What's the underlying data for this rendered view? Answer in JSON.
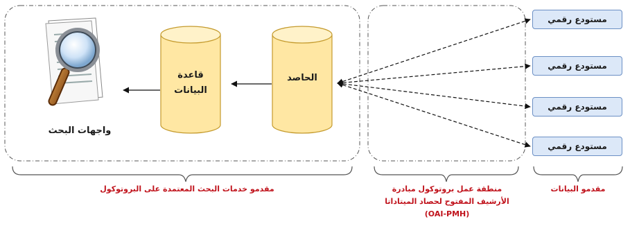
{
  "search_service": {
    "interface_label": "واجهات البحث",
    "database_label": [
      "قاعدة",
      "البيانات"
    ],
    "harvester_label": "الحاصد"
  },
  "repositories": [
    {
      "label": "مستودع رقمي"
    },
    {
      "label": "مستودع رقمي"
    },
    {
      "label": "مستودع رقمي"
    },
    {
      "label": "مستودع رقمي"
    }
  ],
  "captions": {
    "service_providers": "مقدمو خدمات البحث المعتمدة على البروتوكول",
    "protocol_zone": [
      "منطقة عمل بروتوكول مبادرة",
      "الأرشيف المفتوح لحصاد الميتاداتا",
      "(OAI-PMH)"
    ],
    "data_providers": "مقدمو البيانات"
  },
  "colors": {
    "caption_red": "#c0121b",
    "cylinder_fill": "#ffe7a3",
    "cylinder_stroke": "#c49a2c",
    "repo_fill": "#dce8f8",
    "repo_stroke": "#6b8fc4"
  }
}
